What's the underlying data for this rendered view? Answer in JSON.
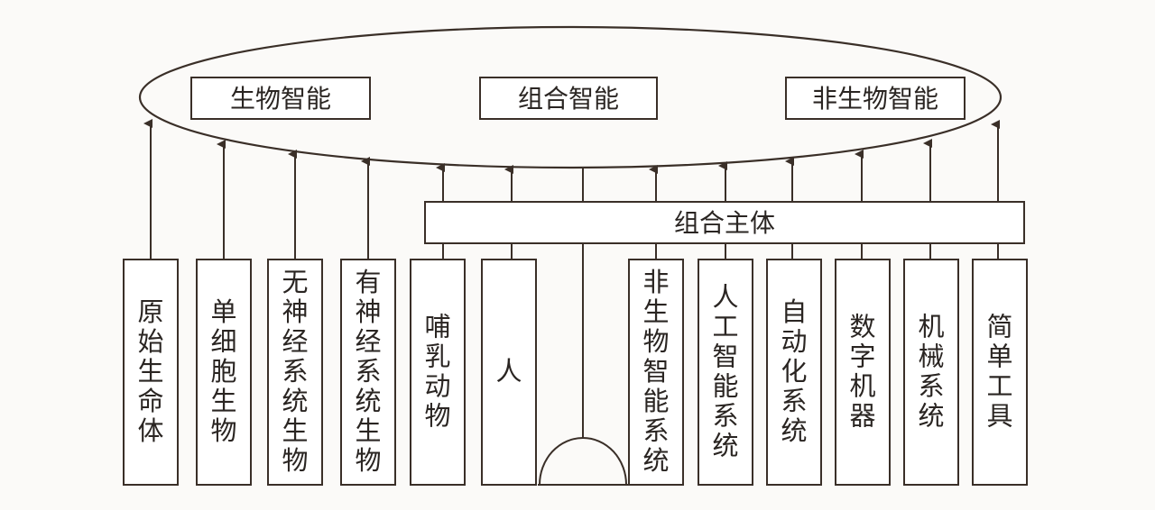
{
  "top_boxes": {
    "biological": "生物智能",
    "combined": "组合智能",
    "nonbiological": "非生物智能"
  },
  "combined_subject": "组合主体",
  "columns": [
    {
      "key": "primitive",
      "label": "原始生命体"
    },
    {
      "key": "unicellular",
      "label": "单细胞生物"
    },
    {
      "key": "no-nervous",
      "label": "无神经系统生物"
    },
    {
      "key": "nervous",
      "label": "有神经系统生物"
    },
    {
      "key": "mammal",
      "label": "哺乳动物"
    },
    {
      "key": "human",
      "label": "人"
    },
    {
      "key": "nonbio-intelligence",
      "label": "非生物智能系统"
    },
    {
      "key": "ai-system",
      "label": "人工智能系统"
    },
    {
      "key": "automation",
      "label": "自动化系统"
    },
    {
      "key": "digital-machine",
      "label": "数字机器"
    },
    {
      "key": "mechanical",
      "label": "机械系统"
    },
    {
      "key": "simple-tool",
      "label": "简单工具"
    }
  ],
  "colors": {
    "line": "#3a2f28",
    "text": "#2a2522",
    "box_fill": "#ffffff",
    "background": "#fbfaf8"
  }
}
